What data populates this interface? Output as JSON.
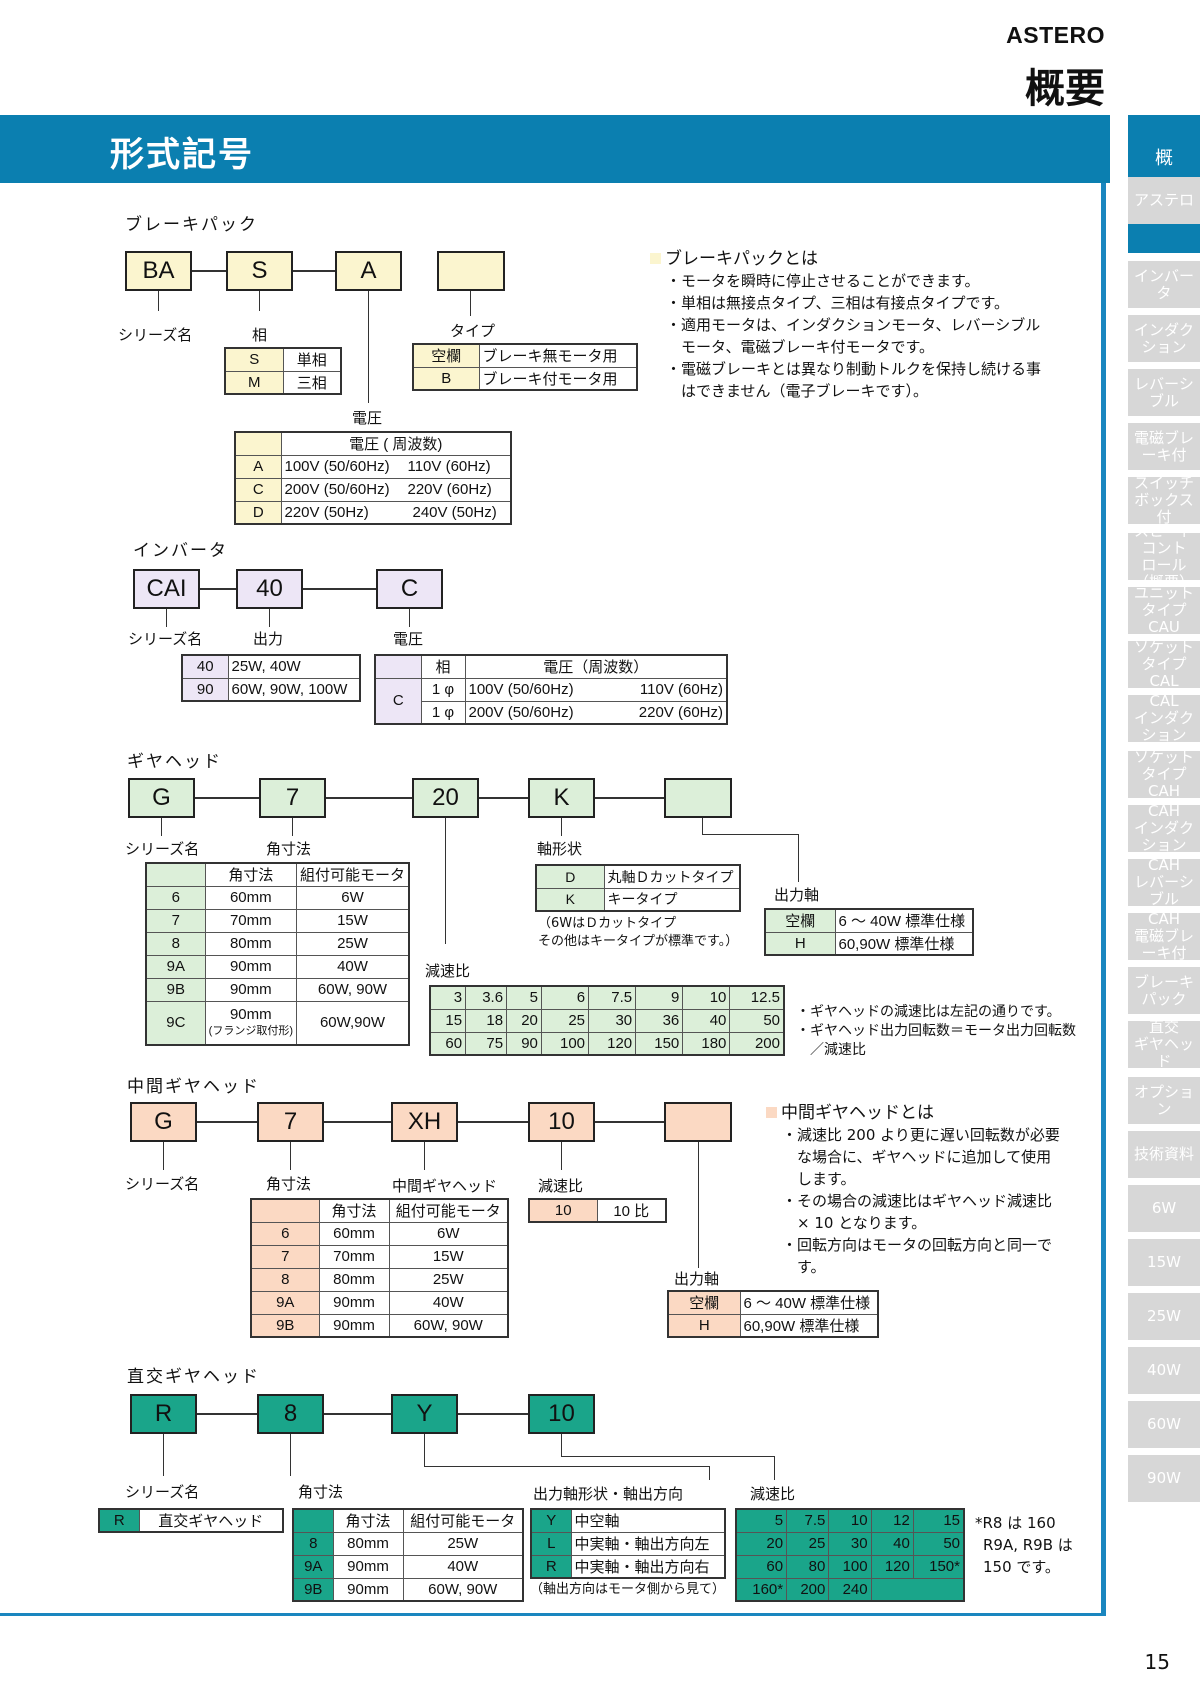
{
  "header": {
    "brand": "ASTERO",
    "title": "概要",
    "section_title": "形式記号",
    "page_number": "15"
  },
  "tabs": [
    {
      "label": "概\n\n\n要",
      "active": true
    },
    {
      "label": "アステロ"
    },
    {
      "label": "インバータ"
    },
    {
      "label": "インダクション"
    },
    {
      "label": "レバーシブル"
    },
    {
      "label": "電磁ブレーキ付"
    },
    {
      "label": "スイッチ\nボックス付"
    },
    {
      "label": "スピードコント\nロール（概要）"
    },
    {
      "label": "ユニットタイプ\nCAU"
    },
    {
      "label": "ソケットタイプ\nCAL"
    },
    {
      "label": "CAL\nインダクション"
    },
    {
      "label": "ソケットタイプ\nCAH"
    },
    {
      "label": "CAH\nインダクション"
    },
    {
      "label": "CAH\nレバーシブル"
    },
    {
      "label": "CAH\n電磁ブレーキ付"
    },
    {
      "label": "ブレーキ\nパック"
    },
    {
      "label": "直交\nギヤヘッド"
    },
    {
      "label": "オプション"
    },
    {
      "label": "技術資料"
    },
    {
      "label": "6W"
    },
    {
      "label": "15W"
    },
    {
      "label": "25W"
    },
    {
      "label": "40W"
    },
    {
      "label": "60W"
    },
    {
      "label": "90W"
    }
  ],
  "colors": {
    "blue": "#0b7fb0",
    "yellow": "#fbf5cf",
    "lavender": "#ede6f6",
    "green": "#dcefd9",
    "peach": "#fbd9c3",
    "teal": "#1aa58a"
  },
  "brake": {
    "heading": "ブレーキパック",
    "boxes": [
      "BA",
      "S",
      "A",
      ""
    ],
    "labels": {
      "series": "シリーズ名",
      "phase": "相",
      "voltage": "電圧",
      "type": "タイプ"
    },
    "phase_rows": [
      [
        "S",
        "単相"
      ],
      [
        "M",
        "三相"
      ]
    ],
    "type_rows": [
      [
        "空欄",
        "ブレーキ無モータ用"
      ],
      [
        "B",
        "ブレーキ付モータ用"
      ]
    ],
    "voltage_header": "電圧 ( 周波数)",
    "voltage_rows": [
      [
        "A",
        "100V (50/60Hz)",
        "110V (60Hz)"
      ],
      [
        "C",
        "200V (50/60Hz)",
        "220V (60Hz)"
      ],
      [
        "D",
        "220V (50Hz)",
        "240V (50Hz)"
      ]
    ],
    "desc_title": "ブレーキパックとは",
    "desc_lines": [
      "・モータを瞬時に停止させることができます。",
      "・単相は無接点タイプ、三相は有接点タイプです。",
      "・適用モータは、インダクションモータ、レバーシブル",
      "　モータ、電磁ブレーキ付モータです。",
      "・電磁ブレーキとは異なり制動トルクを保持し続ける事",
      "　はできません（電子ブレーキです）。"
    ]
  },
  "inverter": {
    "heading": "インバータ",
    "boxes": [
      "CAI",
      "40",
      "C"
    ],
    "labels": {
      "series": "シリーズ名",
      "output": "出力",
      "voltage": "電圧"
    },
    "output_rows": [
      [
        "40",
        "25W, 40W"
      ],
      [
        "90",
        "60W, 90W, 100W"
      ]
    ],
    "vheader": [
      "相",
      "電圧（周波数）"
    ],
    "vcode": "C",
    "vrows": [
      [
        "1 φ",
        "100V (50/60Hz)",
        "110V (60Hz)"
      ],
      [
        "1 φ",
        "200V (50/60Hz)",
        "220V (60Hz)"
      ]
    ]
  },
  "gear": {
    "heading": "ギヤヘッド",
    "boxes": [
      "G",
      "7",
      "20",
      "K",
      ""
    ],
    "labels": {
      "series": "シリーズ名",
      "size": "角寸法",
      "shaft": "軸形状",
      "output": "出力軸",
      "ratio": "減速比"
    },
    "size_header": [
      "角寸法",
      "組付可能モータ"
    ],
    "size_rows": [
      [
        "6",
        "60mm",
        "6W"
      ],
      [
        "7",
        "70mm",
        "15W"
      ],
      [
        "8",
        "80mm",
        "25W"
      ],
      [
        "9A",
        "90mm",
        "40W"
      ],
      [
        "9B",
        "90mm",
        "60W, 90W"
      ]
    ],
    "size_row_9c": [
      "9C",
      "90mm",
      "(フランジ取付形)",
      "60W,90W"
    ],
    "shaft_rows": [
      [
        "D",
        "丸軸Ｄカットタイプ"
      ],
      [
        "K",
        "キータイプ"
      ]
    ],
    "shaft_note": [
      "（6WはＤカットタイプ",
      "その他はキータイプが標準です。）"
    ],
    "output_rows": [
      [
        "空欄",
        "6 ～ 40W 標準仕様"
      ],
      [
        "H",
        "60,90W 標準仕様"
      ]
    ],
    "ratio_rows": [
      [
        "3",
        "3.6",
        "5",
        "6",
        "7.5",
        "9",
        "10",
        "12.5"
      ],
      [
        "15",
        "18",
        "20",
        "25",
        "30",
        "36",
        "40",
        "50"
      ],
      [
        "60",
        "75",
        "90",
        "100",
        "120",
        "150",
        "180",
        "200"
      ]
    ],
    "ratio_notes": [
      "・ギヤヘッドの減速比は左記の通りです。",
      "・ギヤヘッド出力回転数＝モータ出力回転数",
      "　／減速比"
    ]
  },
  "mid": {
    "heading": "中間ギヤヘッド",
    "boxes": [
      "G",
      "7",
      "XH",
      "10",
      ""
    ],
    "labels": {
      "series": "シリーズ名",
      "size": "角寸法",
      "mid": "中間ギヤヘッド",
      "ratio": "減速比",
      "output": "出力軸"
    },
    "size_header": [
      "角寸法",
      "組付可能モータ"
    ],
    "size_rows": [
      [
        "6",
        "60mm",
        "6W"
      ],
      [
        "7",
        "70mm",
        "15W"
      ],
      [
        "8",
        "80mm",
        "25W"
      ],
      [
        "9A",
        "90mm",
        "40W"
      ],
      [
        "9B",
        "90mm",
        "60W, 90W"
      ]
    ],
    "ratio_row": [
      "10",
      "10 比"
    ],
    "output_rows": [
      [
        "空欄",
        "6 ～ 40W 標準仕様"
      ],
      [
        "H",
        "60,90W 標準仕様"
      ]
    ],
    "desc_title": "中間ギヤヘッドとは",
    "desc_lines": [
      "・減速比 200 より更に遅い回転数が必要",
      "　な場合に、ギヤヘッドに追加して使用",
      "　します。",
      "・その場合の減速比はギヤヘッド減速比",
      "　× 10 となります。",
      "・回転方向はモータの回転方向と同一で",
      "　す。"
    ]
  },
  "right": {
    "heading": "直交ギヤヘッド",
    "boxes": [
      "R",
      "8",
      "Y",
      "10"
    ],
    "labels": {
      "series": "シリーズ名",
      "size": "角寸法",
      "shaft": "出力軸形状・軸出方向",
      "ratio": "減速比"
    },
    "series_row": [
      "R",
      "直交ギヤヘッド"
    ],
    "size_header": [
      "角寸法",
      "組付可能モータ"
    ],
    "size_rows": [
      [
        "8",
        "80mm",
        "25W"
      ],
      [
        "9A",
        "90mm",
        "40W"
      ],
      [
        "9B",
        "90mm",
        "60W, 90W"
      ]
    ],
    "shaft_rows": [
      [
        "Y",
        "中空軸"
      ],
      [
        "L",
        "中実軸・軸出方向左"
      ],
      [
        "R",
        "中実軸・軸出方向右"
      ]
    ],
    "shaft_note": "（軸出方向はモータ側から見て）",
    "ratio_rows": [
      [
        "5",
        "7.5",
        "10",
        "12",
        "15"
      ],
      [
        "20",
        "25",
        "30",
        "40",
        "50"
      ],
      [
        "60",
        "80",
        "100",
        "120",
        "150*"
      ],
      [
        "160*",
        "200",
        "240"
      ]
    ],
    "ratio_notes": [
      "*R8 は 160",
      "R9A, R9B は",
      "150 です。"
    ]
  }
}
